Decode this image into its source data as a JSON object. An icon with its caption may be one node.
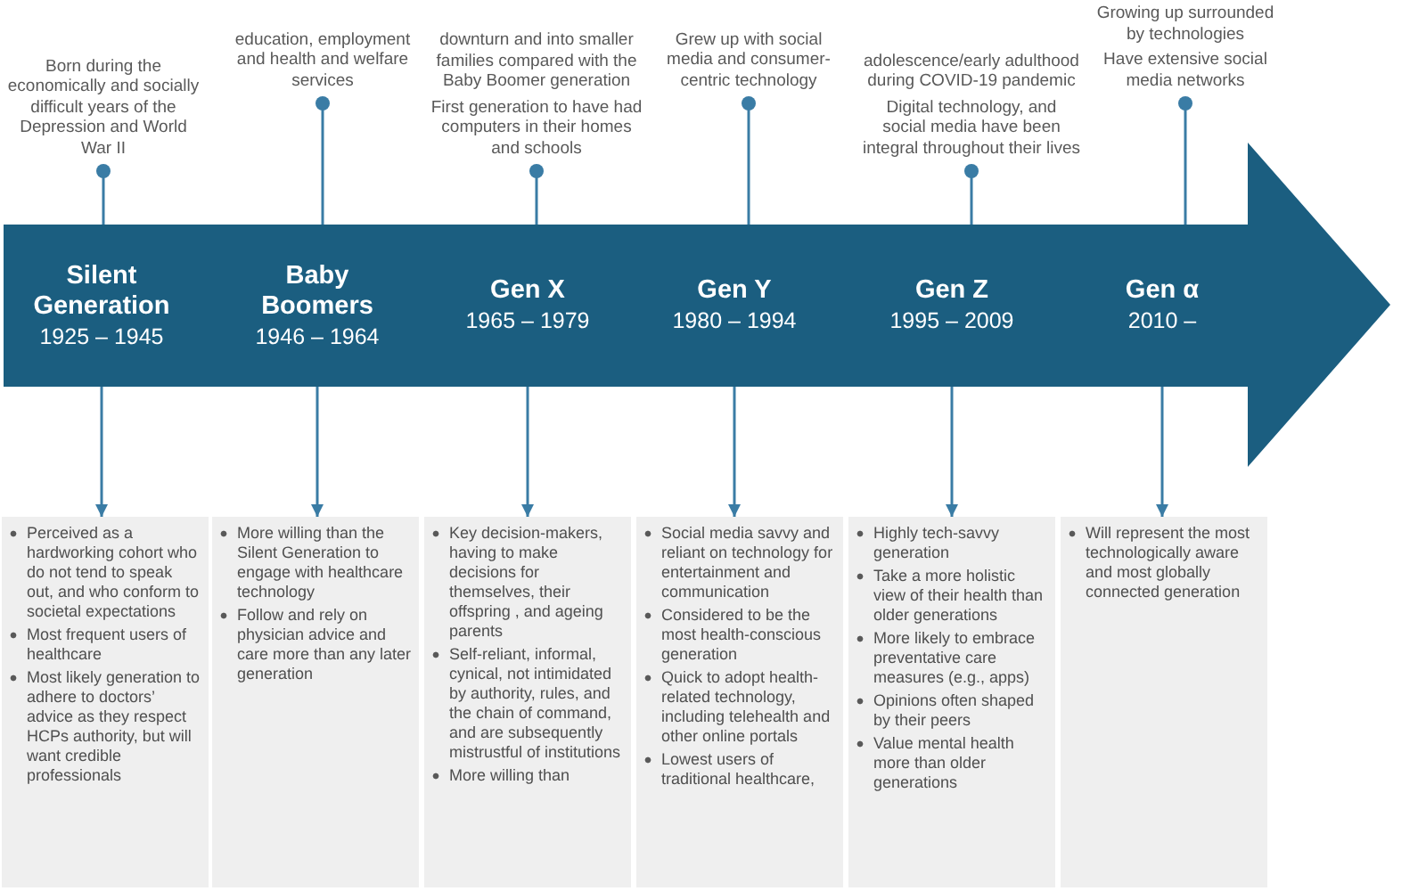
{
  "diagram": {
    "nodes": [
      {
        "text": [
          "Born during the economically and socially difficult years of the Depression and World War II"
        ]
      },
      {
        "text": [
          "education, employment and health and welfare services"
        ]
      },
      {
        "text": [
          "downturn and into smaller families compared with the Baby Boomer generation",
          "First generation to have had computers in their homes and schools"
        ]
      },
      {
        "text": [
          "Grew up with social media and consumer-centric technology"
        ]
      },
      {
        "text": [
          "adolescence/early adulthood during COVID-19 pandemic",
          "Digital technology, and social media have been integral throughout their lives"
        ]
      },
      {
        "text": [
          "Growing up surrounded by technologies",
          "Have extensive social media networks"
        ]
      },
      {
        "text": [],
        "shape": "arrow"
      },
      {
        "text": [
          "Silent Generation",
          "1925 – 1945"
        ],
        "in": 6
      },
      {
        "text": [
          "Baby Boomers",
          "1946 – 1964"
        ],
        "in": 6
      },
      {
        "text": [
          "Gen X",
          "1965 – 1979"
        ],
        "in": 6
      },
      {
        "text": [
          "Gen Y",
          "1980 – 1994"
        ],
        "in": 6
      },
      {
        "text": [
          "Gen Z",
          "1995 – 2009"
        ],
        "in": 6
      },
      {
        "text": [
          "Gen α",
          "2010 –"
        ],
        "in": 6
      },
      {
        "text": [
          "Perceived as a hardworking cohort who do not tend to speak out, and who conform to societal expectations",
          "Most frequent users of healthcare",
          "Most likely generation to adhere to doctors’ advice as they respect HCPs authority, but will want credible professionals"
        ]
      },
      {
        "text": [
          "More willing than the Silent Generation to engage with healthcare technology",
          "Follow and rely on physician advice and care more than any later generation"
        ]
      },
      {
        "text": [
          "Key decision-makers, having to make decisions for themselves, their offspring , and ageing parents",
          "Self-reliant, informal, cynical, not intimidated by authority, rules, and the chain of command, and are subsequently mistrustful of institutions",
          "More willing than"
        ]
      },
      {
        "text": [
          "Social media savvy and reliant on technology for entertainment and communication",
          "Considered to be the most health-conscious generation",
          "Quick to adopt health-related technology, including telehealth and other online portals",
          "Lowest users of traditional healthcare,"
        ]
      },
      {
        "text": [
          "Highly tech-savvy generation",
          "Take a more holistic view of their health than older generations",
          "More likely to embrace preventative care measures (e.g., apps)",
          "Opinions often shaped by their peers",
          "Value mental health more than older generations"
        ]
      },
      {
        "text": [
          "Will represent the most technologically aware and most globally connected generation"
        ]
      }
    ],
    "edges": [
      {
        "from": 0,
        "to": 7,
        "arrow": "other"
      },
      {
        "from": 1,
        "to": 8,
        "arrow": "other"
      },
      {
        "from": 2,
        "to": 9,
        "arrow": "other"
      },
      {
        "from": 3,
        "to": 10,
        "arrow": "other"
      },
      {
        "from": 4,
        "to": 11,
        "arrow": "other"
      },
      {
        "from": 5,
        "to": 12,
        "arrow": "other"
      },
      {
        "from": 7,
        "to": 13,
        "arrow": "to"
      },
      {
        "from": 8,
        "to": 14,
        "arrow": "to"
      },
      {
        "from": 9,
        "to": 15,
        "arrow": "to"
      },
      {
        "from": 10,
        "to": 16,
        "arrow": "to"
      },
      {
        "from": 11,
        "to": 17,
        "arrow": "to"
      },
      {
        "from": 12,
        "to": 18,
        "arrow": "to"
      }
    ]
  }
}
